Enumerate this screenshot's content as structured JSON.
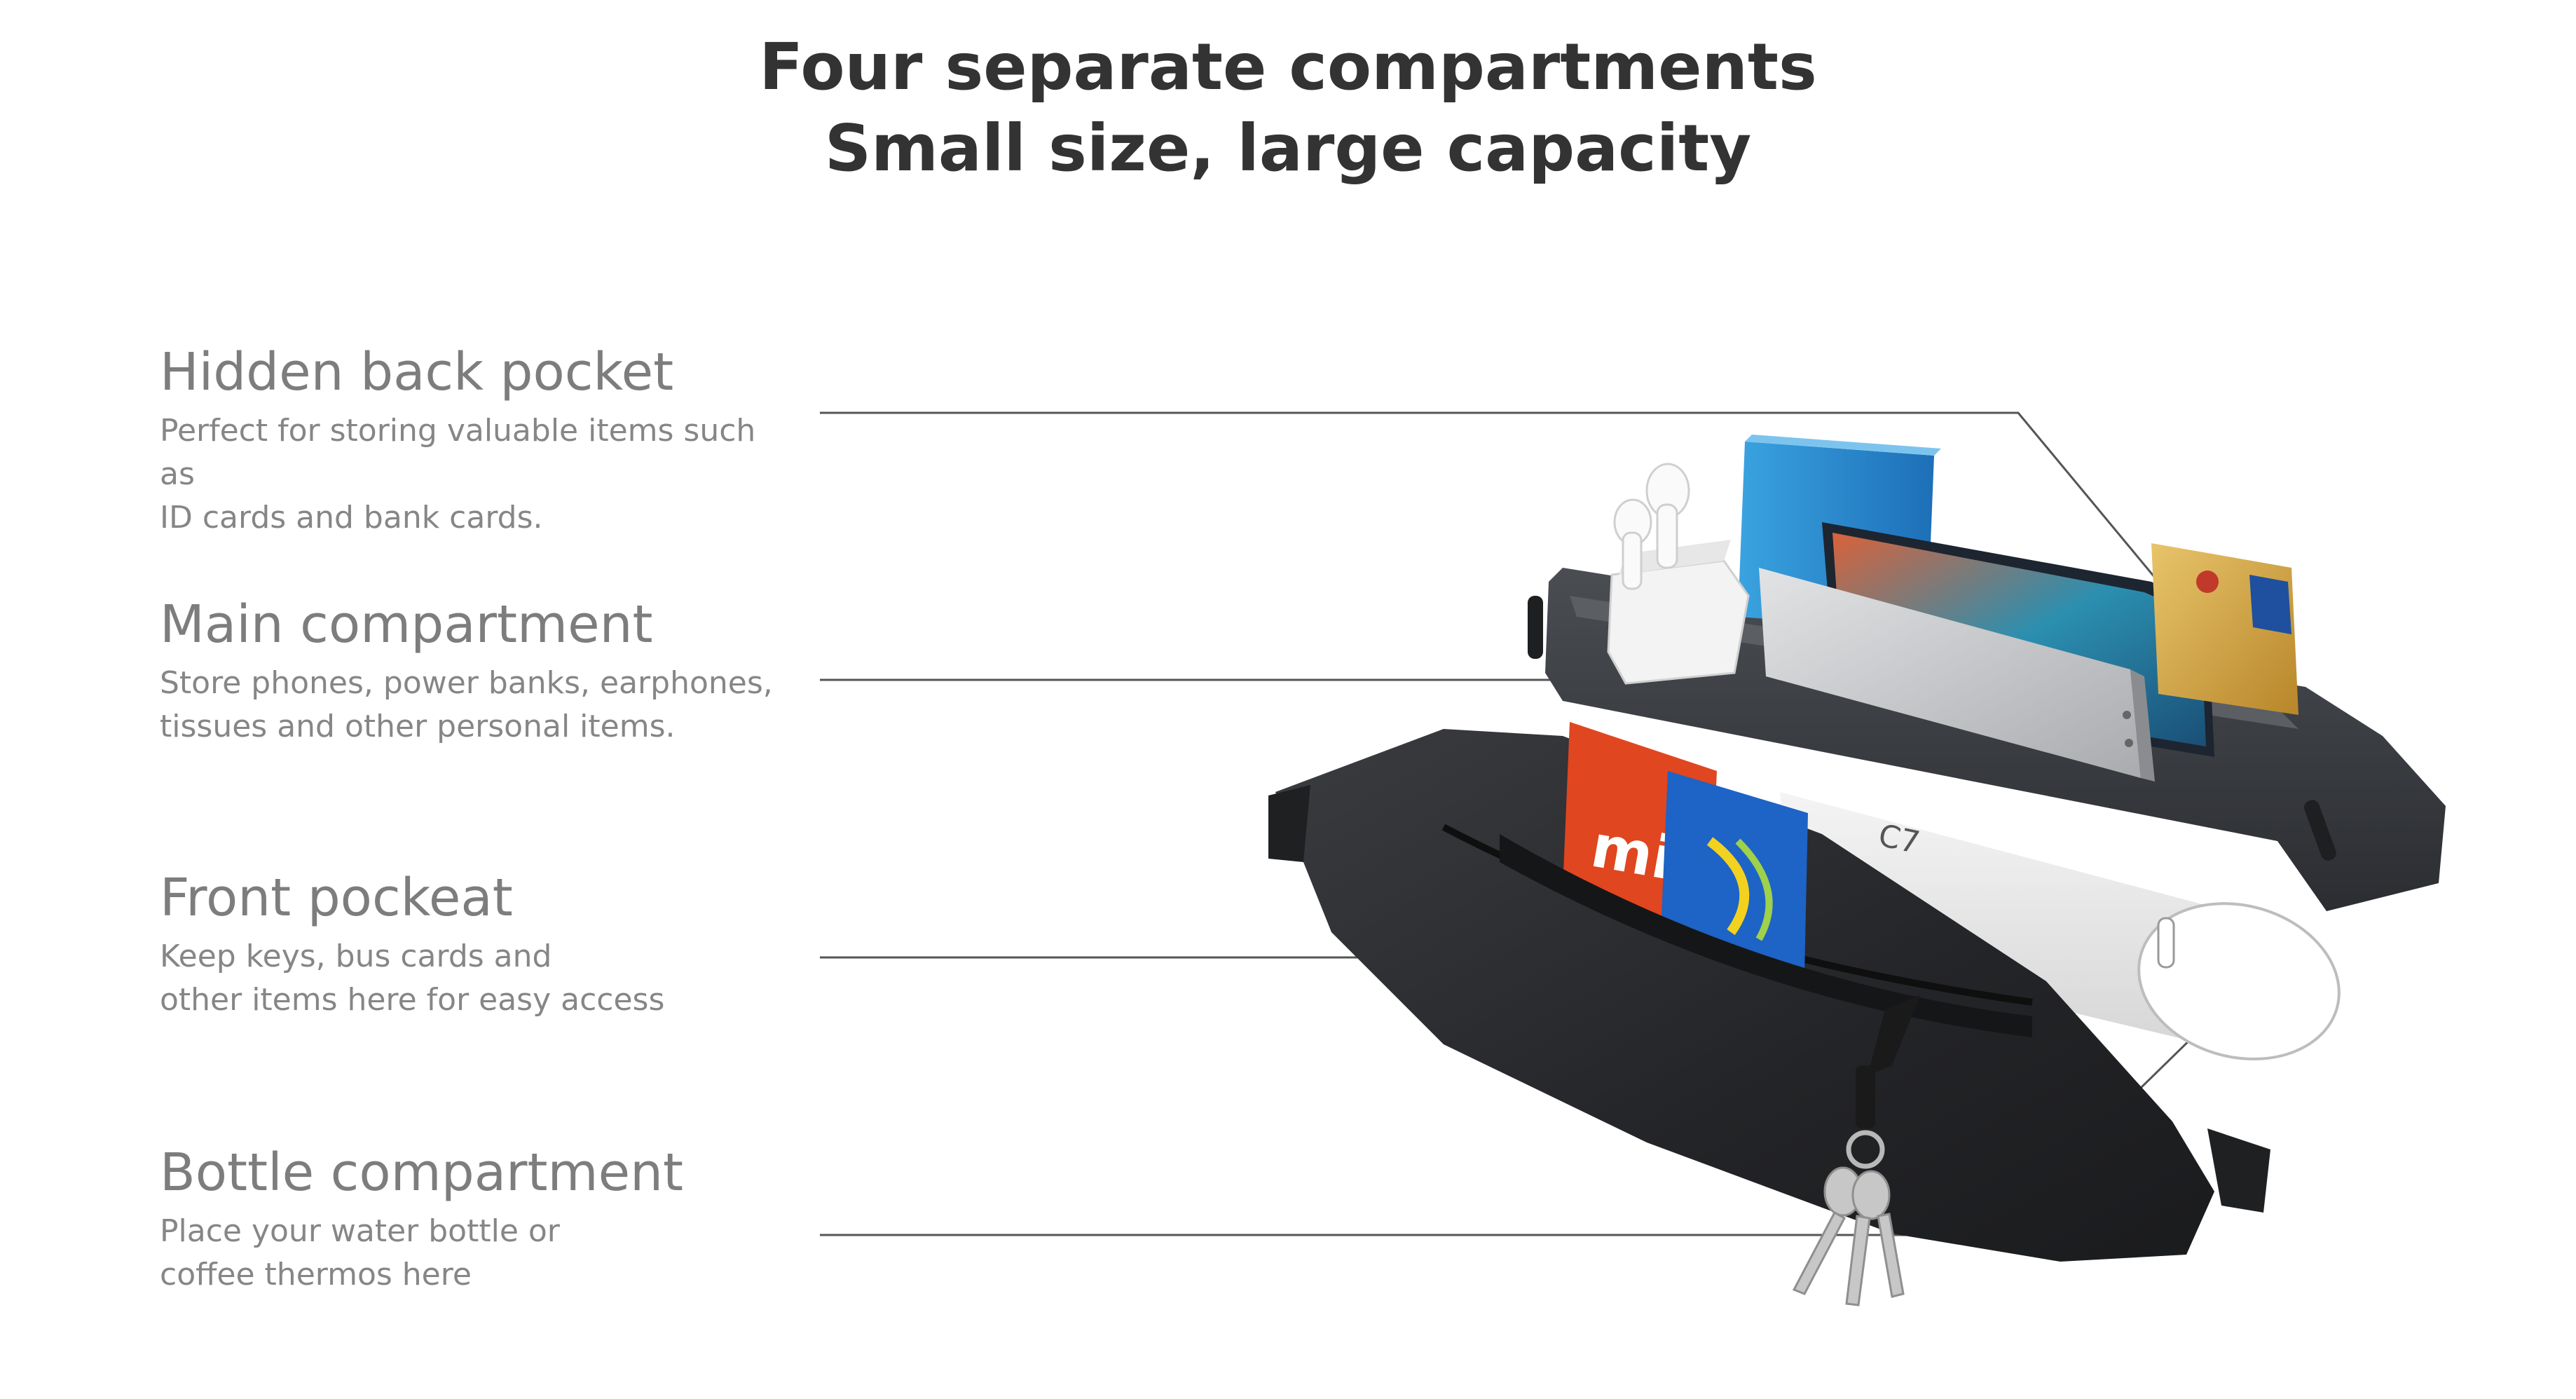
{
  "header": {
    "title_line1": "Four separate compartments",
    "title_line2": "Small size, large capacity"
  },
  "features": [
    {
      "title": "Hidden back pocket",
      "description": "Perfect for storing valuable items such as\nID cards and bank cards."
    },
    {
      "title": "Main compartment",
      "description": "Store phones, power banks, earphones,\ntissues and other personal items."
    },
    {
      "title": "Front pockeat",
      "description": "Keep keys, bus cards and\nother items here for easy access"
    },
    {
      "title": "Bottle compartment",
      "description": "Place your water bottle or\ncoffee thermos here"
    }
  ],
  "product_image": {
    "logo_text": "mi",
    "bottle_text": "C7"
  }
}
